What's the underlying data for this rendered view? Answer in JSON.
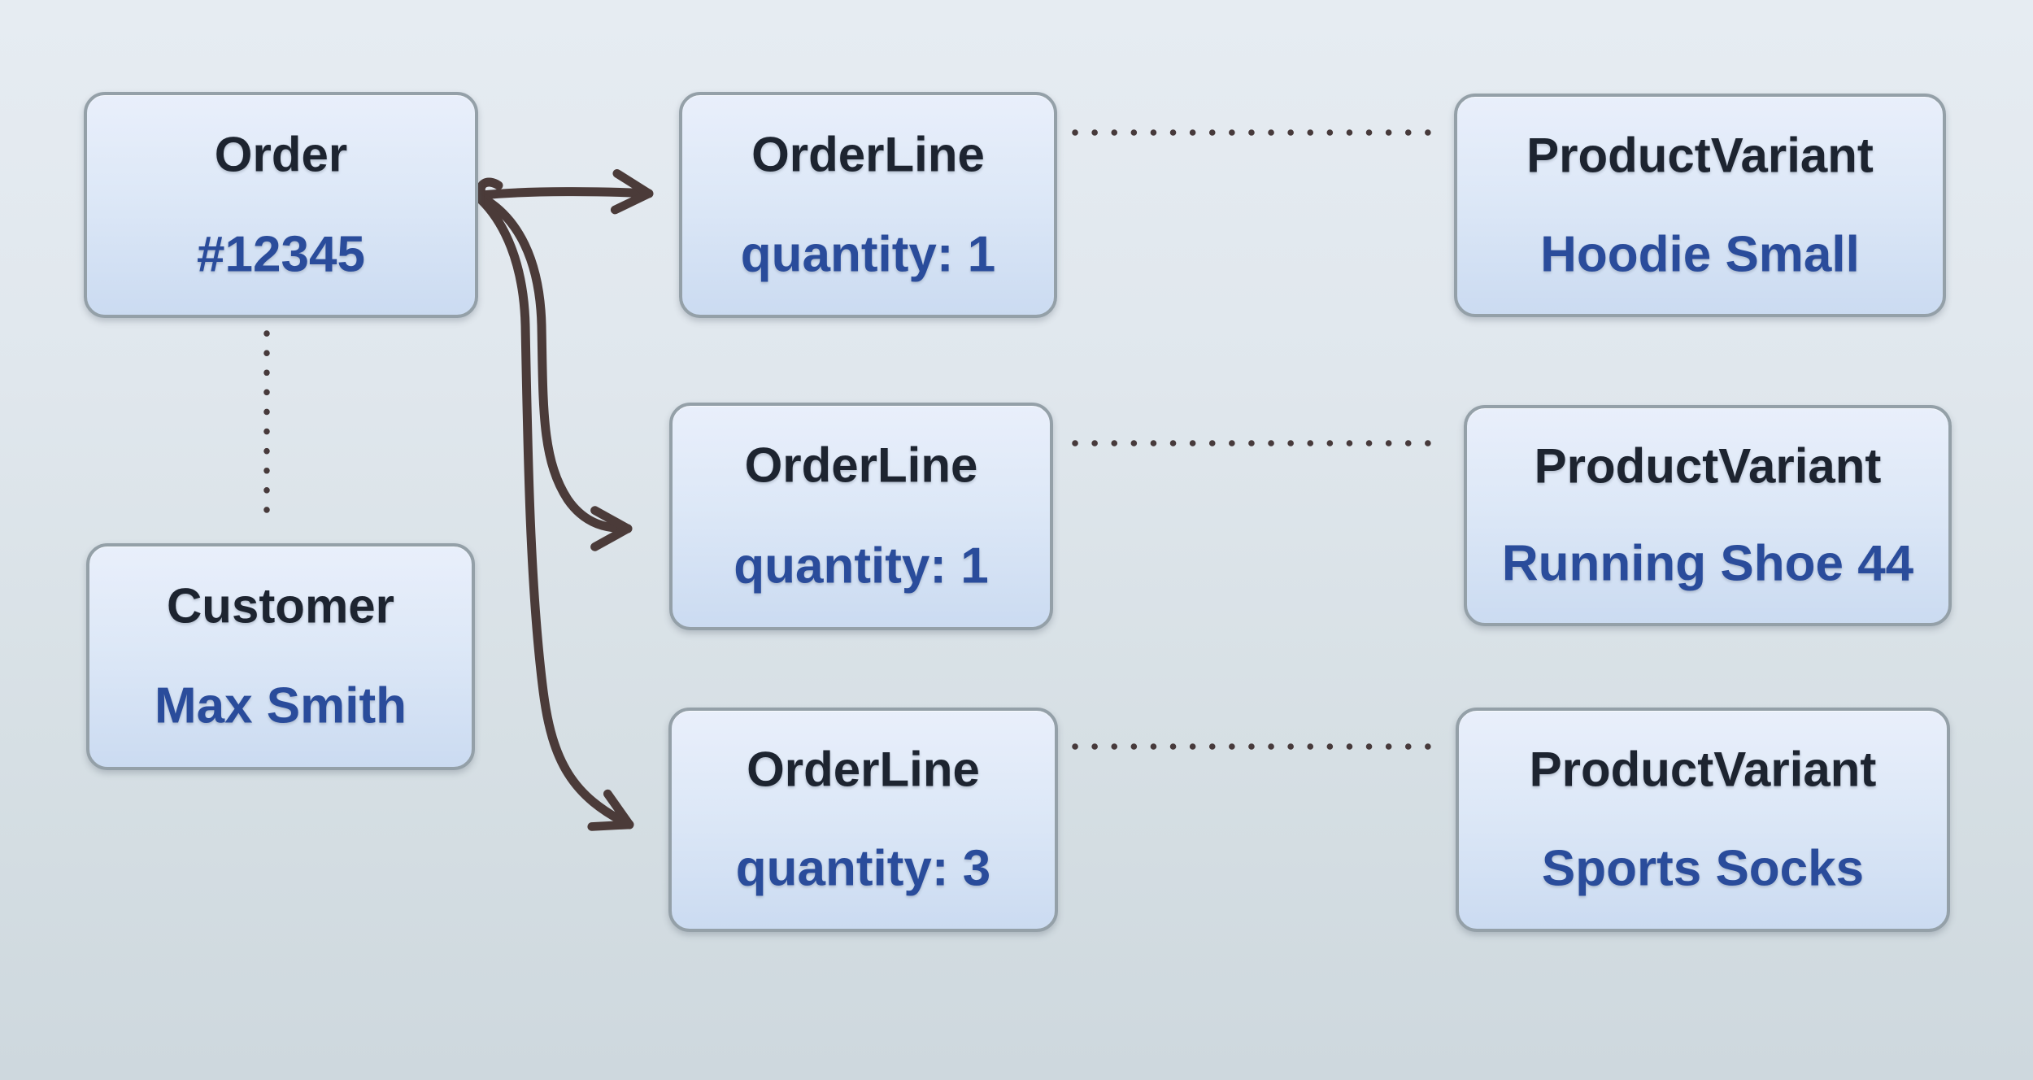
{
  "entities": {
    "order": {
      "title": "Order",
      "value": "#12345"
    },
    "customer": {
      "title": "Customer",
      "value": "Max Smith"
    },
    "order_lines": [
      {
        "title": "OrderLine",
        "value": "quantity: 1"
      },
      {
        "title": "OrderLine",
        "value": "quantity: 1"
      },
      {
        "title": "OrderLine",
        "value": "quantity: 3"
      }
    ],
    "product_variants": [
      {
        "title": "ProductVariant",
        "value": "Hoodie Small"
      },
      {
        "title": "ProductVariant",
        "value": "Running Shoe 44"
      },
      {
        "title": "ProductVariant",
        "value": "Sports Socks"
      }
    ]
  },
  "connections": [
    {
      "from": "order",
      "to": "order_lines.0",
      "style": "solid-arrow"
    },
    {
      "from": "order",
      "to": "order_lines.1",
      "style": "solid-arrow"
    },
    {
      "from": "order",
      "to": "order_lines.2",
      "style": "solid-arrow"
    },
    {
      "from": "order",
      "to": "customer",
      "style": "dotted"
    },
    {
      "from": "order_lines.0",
      "to": "product_variants.0",
      "style": "dotted"
    },
    {
      "from": "order_lines.1",
      "to": "product_variants.1",
      "style": "dotted"
    },
    {
      "from": "order_lines.2",
      "to": "product_variants.2",
      "style": "dotted"
    }
  ],
  "colors": {
    "background_top": "#e6ecf2",
    "background_bottom": "#ced8de",
    "box_fill_top": "#e9effb",
    "box_fill_bottom": "#cbdbf1",
    "box_border": "#94a0a8",
    "title_text": "#1d2430",
    "value_text": "#2a4c9b",
    "arrow": "#4b3b39",
    "dots": "#473a3b"
  }
}
